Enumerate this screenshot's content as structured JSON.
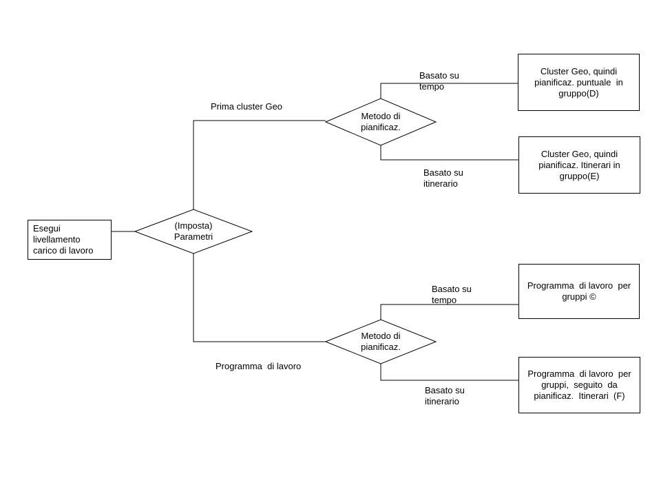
{
  "diagram": {
    "type": "flowchart",
    "colors": {
      "line": "#000000",
      "background": "#ffffff",
      "text": "#000000"
    },
    "start": {
      "text": "Esegui\nlivellamento\ncarico di lavoro"
    },
    "parametri": {
      "text": "(Imposta)\nParametri"
    },
    "metodo_top": {
      "text": "Metodo di\npianificaz."
    },
    "metodo_bottom": {
      "text": "Metodo di\npianificaz."
    },
    "labels": {
      "prima_cluster": "Prima cluster Geo",
      "programma": "Programma  di lavoro",
      "top_tempo": "Basato su\ntempo",
      "top_itinerario": "Basato su\nitinerario",
      "bottom_tempo": "Basato su\ntempo",
      "bottom_itinerario": "Basato su\nitinerario"
    },
    "outcomes": {
      "d": {
        "text": "Cluster Geo, quindi\npianificaz. puntuale  in\ngruppo(D)"
      },
      "e": {
        "text": "Cluster Geo, quindi\npianificaz. Itinerari in\ngruppo(E)"
      },
      "c": {
        "text": "Programma  di lavoro  per\ngruppi ©"
      },
      "f": {
        "text": "Programma  di lavoro  per\ngruppi,  seguito  da\npianificaz.  Itinerari  (F)"
      }
    }
  }
}
